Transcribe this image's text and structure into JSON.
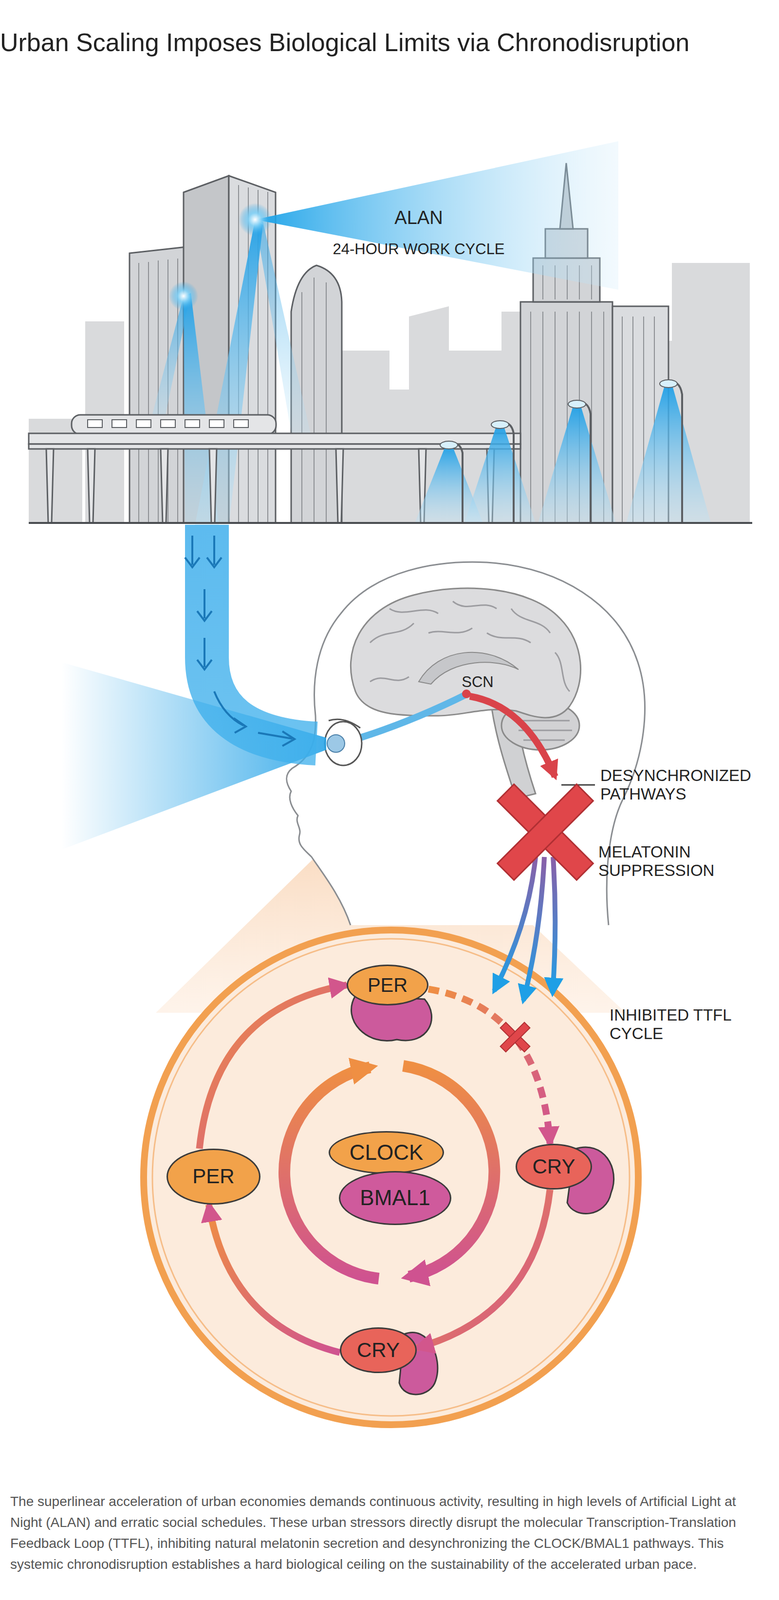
{
  "diagram": {
    "title": "Urban Scaling Imposes Biological Limits via Chronodisruption",
    "caption": "The superlinear acceleration of urban economies demands continuous activity, resulting in high levels of Artificial Light at Night (ALAN) and erratic social schedules. These urban stressors directly disrupt the molecular Transcription-Translation Feedback Loop (TTFL), inhibiting natural melatonin secretion and desynchronizing the CLOCK/BMAL1 pathways. This systemic chronodisruption establishes a hard biological ceiling on the sustainability of the accelerated urban pace.",
    "nodes": [
      {
        "text": [
          "PER"
        ]
      },
      {
        "text": [
          "PER"
        ]
      },
      {
        "text": [
          "CLOCK"
        ]
      },
      {
        "text": [
          "BMAL1"
        ]
      },
      {
        "text": [
          "CRY"
        ]
      },
      {
        "text": [
          "CRY"
        ]
      }
    ],
    "edges": [
      {
        "from": 0,
        "to": 4,
        "arrow": "to"
      },
      {
        "from": 4,
        "to": 5,
        "arrow": "to"
      },
      {
        "from": 5,
        "to": 1,
        "arrow": "to"
      },
      {
        "from": 1,
        "to": 0,
        "arrow": "to"
      }
    ],
    "labels": [
      "ALAN",
      "24-HOUR WORK CYCLE",
      "SCN",
      "DESYNCHRONIZED PATHWAYS",
      "MELATONIN SUPPRESSION",
      "INHIBITED TTFL CYCLE"
    ]
  }
}
